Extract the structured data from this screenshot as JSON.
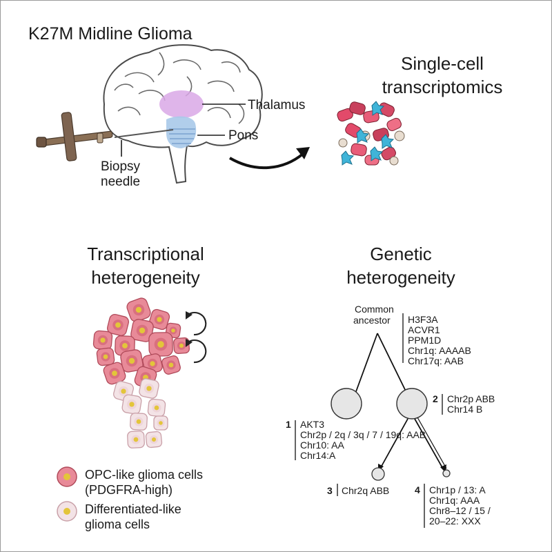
{
  "title": "K27M Midline Glioma",
  "top_panel": {
    "thalamus_label": "Thalamus",
    "pons_label": "Pons",
    "needle_label_line1": "Biopsy",
    "needle_label_line2": "needle",
    "method_line1": "Single-cell",
    "method_line2": "transcriptomics"
  },
  "transcriptional": {
    "heading_line1": "Transcriptional",
    "heading_line2": "heterogeneity",
    "legend": [
      {
        "line1": "OPC-like glioma cells",
        "line2": "(PDGFRA-high)",
        "color": "#e88a98"
      },
      {
        "line1": "Differentiated-like",
        "line2": "glioma cells",
        "color": "#f3e3e6"
      }
    ]
  },
  "genetic": {
    "heading_line1": "Genetic",
    "heading_line2": "heterogeneity",
    "ancestor_line1": "Common",
    "ancestor_line2": "ancestor",
    "ancestor_features": [
      "H3F3A",
      "ACVR1",
      "PPM1D",
      "Chr1q: AAAAB",
      "Chr17q: AAB"
    ],
    "clones": [
      {
        "num": "1",
        "features": [
          "AKT3",
          "Chr2p / 2q / 3q / 7 / 19q: AAB",
          "Chr10: AA",
          "Chr14:A"
        ]
      },
      {
        "num": "2",
        "features": [
          "Chr2p ABB",
          "Chr14 B"
        ]
      },
      {
        "num": "3",
        "features": [
          "Chr2q ABB"
        ]
      },
      {
        "num": "4",
        "features": [
          "Chr1p / 13: A",
          "Chr1q: AAA",
          "Chr8–12 / 15 /",
          "20–22: XXX"
        ]
      }
    ]
  }
}
